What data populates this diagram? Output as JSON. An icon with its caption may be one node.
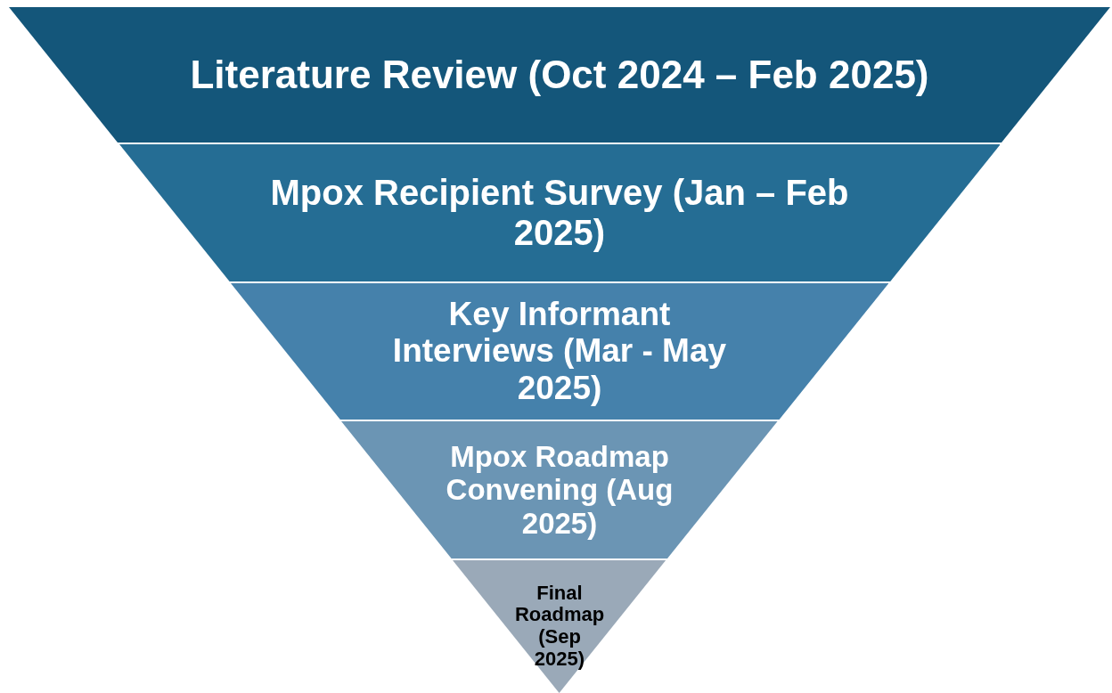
{
  "diagram": {
    "nodes": [
      {
        "text": [
          "Literature Review (Oct 2024 – Feb 2025)"
        ]
      },
      {
        "text": [
          "Mpox Recipient Survey (Jan – Feb 2025)"
        ]
      },
      {
        "text": [
          "Key Informant Interviews (Mar - May 2025)"
        ]
      },
      {
        "text": [
          "Mpox Roadmap Convening (Aug 2025)"
        ]
      },
      {
        "text": [
          "Final Roadmap (Sep 2025)"
        ]
      }
    ],
    "edges": []
  }
}
